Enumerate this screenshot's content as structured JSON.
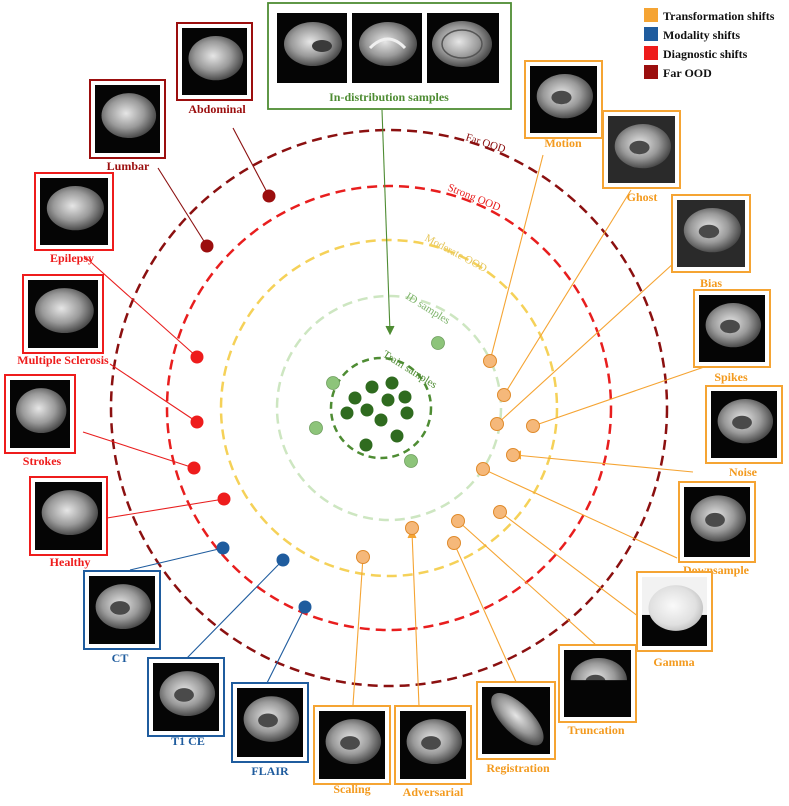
{
  "legend": [
    {
      "label": "Transformation shifts",
      "color": "#F5A433"
    },
    {
      "label": "Modality shifts",
      "color": "#1F5C9E"
    },
    {
      "label": "Diagnostic shifts",
      "color": "#EE1C1C"
    },
    {
      "label": "Far OOD",
      "color": "#9B0E0E"
    }
  ],
  "in_distribution_label": "In-distribution samples",
  "rings": [
    {
      "label": "Far OOD",
      "color": "#8B1010"
    },
    {
      "label": "Strong OOD",
      "color": "#E81E1E"
    },
    {
      "label": "Moderate OOD",
      "color": "#F5D158"
    },
    {
      "label": "ID samples",
      "color": "#B7DCA5"
    },
    {
      "label": "Train samples",
      "color": "#4E8C33"
    }
  ],
  "categories": {
    "far_ood": [
      "Abdominal",
      "Lumbar"
    ],
    "diagnostic": [
      "Epilepsy",
      "Multiple Sclerosis",
      "Strokes",
      "Healthy"
    ],
    "modality": [
      "CT",
      "T1 CE",
      "FLAIR"
    ],
    "transformation": [
      "Motion",
      "Ghost",
      "Bias",
      "Spikes",
      "Noise",
      "Downsample",
      "Gamma",
      "Truncation",
      "Registration",
      "Adversarial",
      "Scaling"
    ]
  },
  "colors": {
    "transformation": "#F5A433",
    "transformation_text": "#F39A1E",
    "modality": "#1F5C9E",
    "diagnostic": "#EE1C1C",
    "far_ood": "#9B0E0E",
    "id_green": "#4E8C33",
    "id_light": "#8DC47A",
    "train_dark": "#2F6B1F"
  }
}
